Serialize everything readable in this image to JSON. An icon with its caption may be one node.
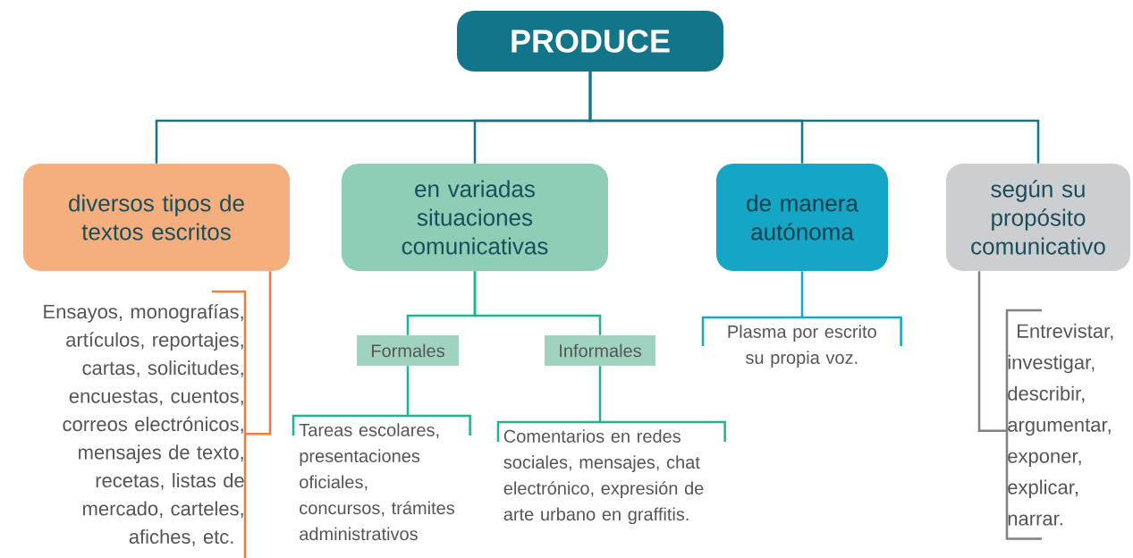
{
  "diagram": {
    "nodes": [
      {
        "text": [
          "PRODUCE"
        ]
      },
      {
        "text": [
          "diversos tipos de textos escritos"
        ]
      },
      {
        "text": [
          "en variadas situaciones comunicativas"
        ]
      },
      {
        "text": [
          "de manera autónoma"
        ]
      },
      {
        "text": [
          "según su propósito comunicativo"
        ]
      },
      {
        "text": [
          "Ensayos, monografías, artículos, reportajes, cartas, solicitudes, encuestas, cuentos, correos electrónicos, mensajes de texto, recetas, listas de mercado, carteles, afiches, etc."
        ]
      },
      {
        "text": [
          "Formales"
        ]
      },
      {
        "text": [
          "Informales"
        ]
      },
      {
        "text": [
          "Tareas escolares, presentaciones oficiales, concursos, trámites administrativos"
        ]
      },
      {
        "text": [
          "Comentarios en redes sociales, mensajes, chat electrónico, expresión de arte urbano en graffitis."
        ]
      },
      {
        "text": [
          "Plasma por escrito su propia voz."
        ]
      },
      {
        "text": [
          "Entrevistar, investigar, describir, argumentar, exponer, explicar, narrar."
        ]
      }
    ],
    "edges": [
      {
        "from": 0,
        "to": 1,
        "arrow": "none",
        "color": "#16758a"
      },
      {
        "from": 0,
        "to": 2,
        "arrow": "none",
        "color": "#16758a"
      },
      {
        "from": 0,
        "to": 3,
        "arrow": "none",
        "color": "#16758a"
      },
      {
        "from": 0,
        "to": 4,
        "arrow": "none",
        "color": "#16758a"
      },
      {
        "from": 1,
        "to": 5,
        "arrow": "none",
        "color": "#ef7d3a"
      },
      {
        "from": 2,
        "to": 6,
        "arrow": "none",
        "color": "#20b48e"
      },
      {
        "from": 2,
        "to": 7,
        "arrow": "none",
        "color": "#20b48e"
      },
      {
        "from": 6,
        "to": 8,
        "arrow": "none",
        "color": "#20b48e"
      },
      {
        "from": 7,
        "to": 9,
        "arrow": "none",
        "color": "#20b48e"
      },
      {
        "from": 3,
        "to": 10,
        "arrow": "none",
        "color": "#17a6c4"
      },
      {
        "from": 4,
        "to": 11,
        "arrow": "none",
        "color": "#7f8184"
      }
    ]
  }
}
